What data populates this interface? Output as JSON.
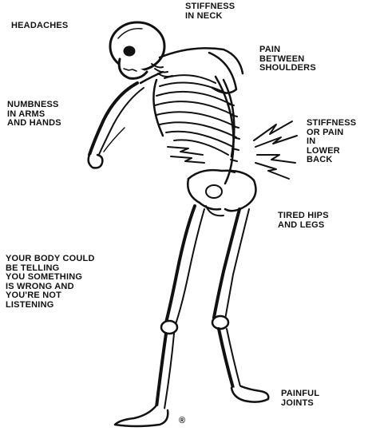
{
  "labels": {
    "headaches": "HEADACHES",
    "stiffness_neck": "STIFFNESS\nIN NECK",
    "pain_shoulders": "PAIN\nBETWEEN\nSHOULDERS",
    "numbness": "NUMBNESS\nIN ARMS\nAND HANDS",
    "lower_back": "STIFFNESS\nOR PAIN\nIN\nLOWER\nBACK",
    "tired_hips": "TIRED HIPS\nAND LEGS",
    "message": "YOUR BODY COULD\nBE TELLING\nYOU SOMETHING\nIS WRONG AND\nYOU'RE NOT\nLISTENING",
    "painful_joints": "PAINFUL\nJOINTS"
  },
  "registered_mark": "®",
  "colors": {
    "ink": "#111111",
    "paper": "#ffffff"
  },
  "figure_icon": "hunched-skeleton-illustration"
}
